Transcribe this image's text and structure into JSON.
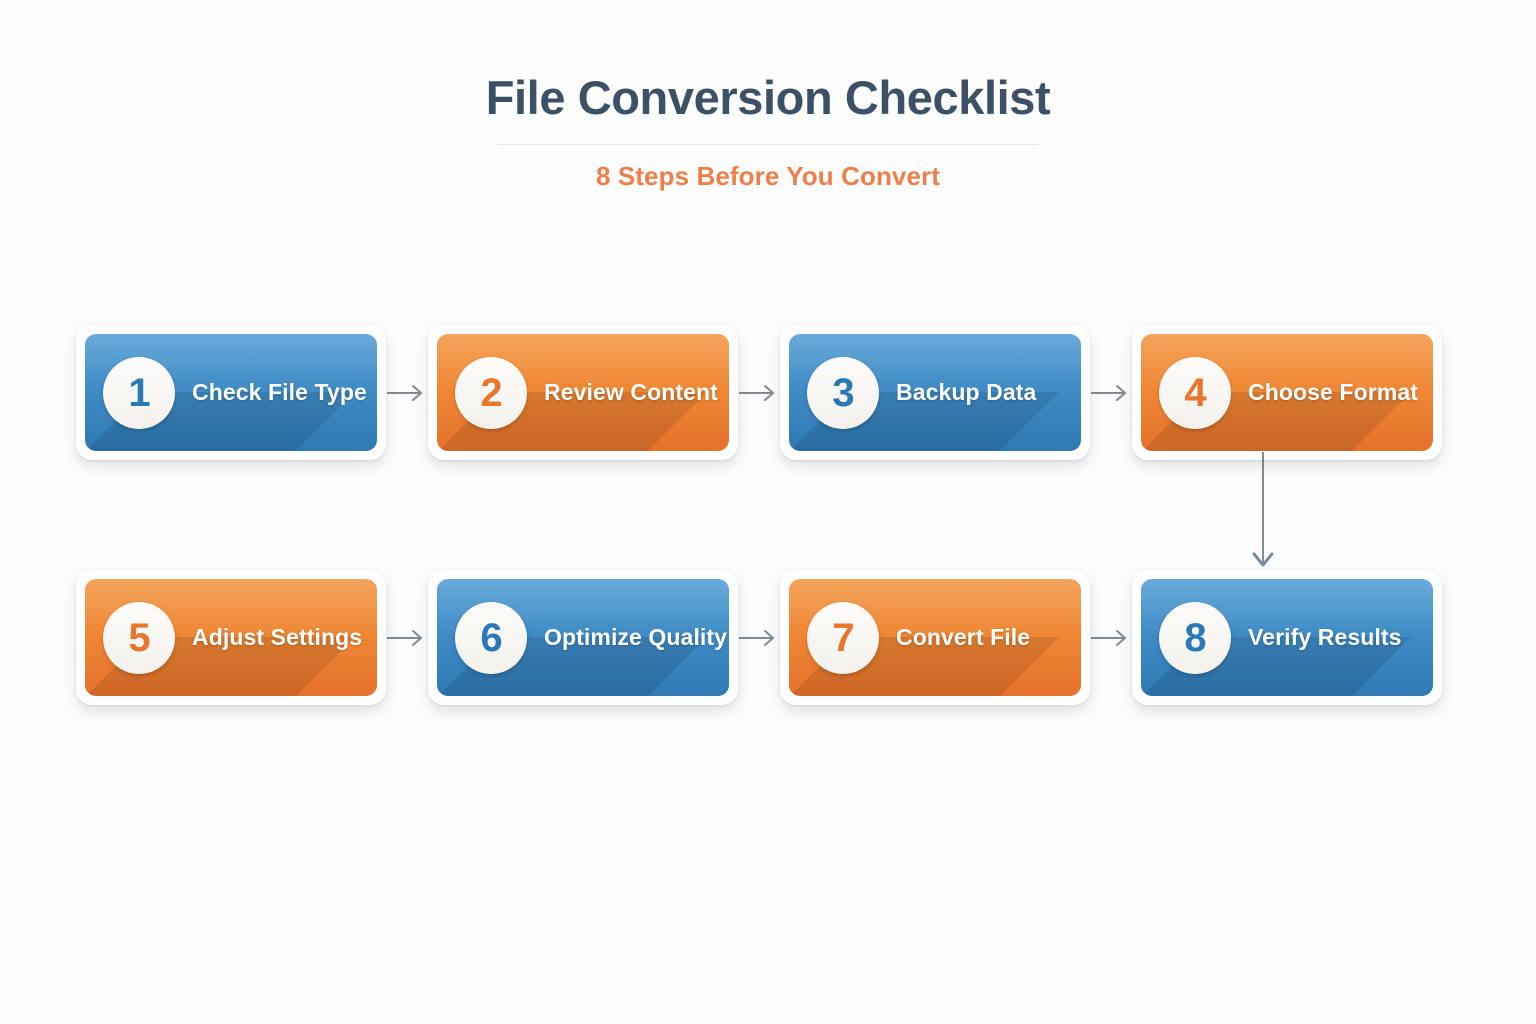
{
  "header": {
    "title": "File Conversion Checklist",
    "subtitle": "8 Steps Before You Convert"
  },
  "colors": {
    "background": "#fcfcfc",
    "title": "#3d5166",
    "subtitle": "#ec7f4a",
    "blue": "#3f8bc6",
    "blue_dark": "#2e79b4",
    "orange": "#ee8734",
    "orange_dark": "#e5722a",
    "badge_face": "#f6f3ee",
    "arrow": "#6b7682",
    "divider": "#e6e6e6"
  },
  "chart_data": {
    "type": "diagram",
    "subtype": "process-flow",
    "title": "File Conversion Checklist",
    "subtitle": "8 Steps Before You Convert",
    "layout": "two-rows-of-four, left-to-right, row1 connects down to row2 end",
    "steps": [
      {
        "number": "1",
        "label": "Check File Type",
        "color": "blue",
        "row": 1,
        "col": 1
      },
      {
        "number": "2",
        "label": "Review Content",
        "color": "orange",
        "row": 1,
        "col": 2
      },
      {
        "number": "3",
        "label": "Backup Data",
        "color": "blue",
        "row": 1,
        "col": 3
      },
      {
        "number": "4",
        "label": "Choose Format",
        "color": "orange",
        "row": 1,
        "col": 4
      },
      {
        "number": "5",
        "label": "Adjust Settings",
        "color": "orange",
        "row": 2,
        "col": 1
      },
      {
        "number": "6",
        "label": "Optimize Quality",
        "color": "blue",
        "row": 2,
        "col": 2
      },
      {
        "number": "7",
        "label": "Convert File",
        "color": "orange",
        "row": 2,
        "col": 3
      },
      {
        "number": "8",
        "label": "Verify Results",
        "color": "blue",
        "row": 2,
        "col": 4
      }
    ],
    "connectors": [
      {
        "from": "1",
        "to": "2",
        "direction": "right"
      },
      {
        "from": "2",
        "to": "3",
        "direction": "right"
      },
      {
        "from": "3",
        "to": "4",
        "direction": "right"
      },
      {
        "from": "4",
        "to": "8",
        "direction": "down"
      },
      {
        "from": "5",
        "to": "6",
        "direction": "right"
      },
      {
        "from": "6",
        "to": "7",
        "direction": "right"
      },
      {
        "from": "7",
        "to": "8",
        "direction": "right"
      }
    ]
  },
  "row1": {
    "steps": [
      {
        "number": "1",
        "label": "Check File Type"
      },
      {
        "number": "2",
        "label": "Review Content"
      },
      {
        "number": "3",
        "label": "Backup Data"
      },
      {
        "number": "4",
        "label": "Choose Format"
      }
    ]
  },
  "row2": {
    "steps": [
      {
        "number": "5",
        "label": "Adjust Settings"
      },
      {
        "number": "6",
        "label": "Optimize Quality"
      },
      {
        "number": "7",
        "label": "Convert File"
      },
      {
        "number": "8",
        "label": "Verify Results"
      }
    ]
  },
  "icons": {
    "arrow_right": "arrow-right-icon",
    "arrow_down": "arrow-down-icon"
  }
}
